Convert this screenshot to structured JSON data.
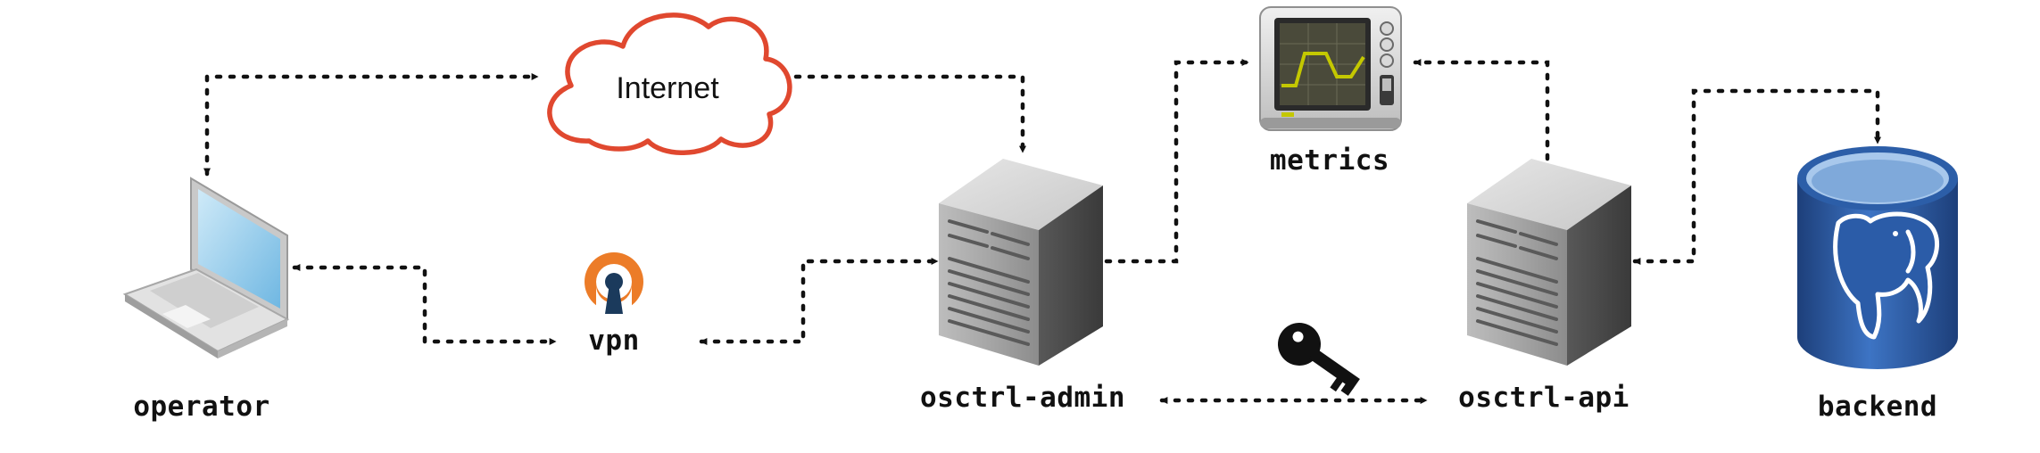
{
  "nodes": {
    "operator": "operator",
    "internet": "Internet",
    "vpn": "vpn",
    "metrics": "metrics",
    "osctrl_admin": "osctrl-admin",
    "osctrl_api": "osctrl-api",
    "backend": "backend"
  },
  "colors": {
    "cloud_stroke": "#e0482f",
    "vpn_orange": "#ec7c28",
    "vpn_blue": "#1b3a5c",
    "db_blue": "#2b5ca8",
    "connector": "#111111",
    "monitor_signal": "#c4c800"
  },
  "icons": {
    "operator": "laptop-icon",
    "internet": "cloud-icon",
    "vpn": "openvpn-icon",
    "metrics": "monitor-icon",
    "osctrl_admin": "server-icon",
    "osctrl_api": "server-icon",
    "backend": "postgres-database-icon",
    "tls": "key-icon"
  }
}
